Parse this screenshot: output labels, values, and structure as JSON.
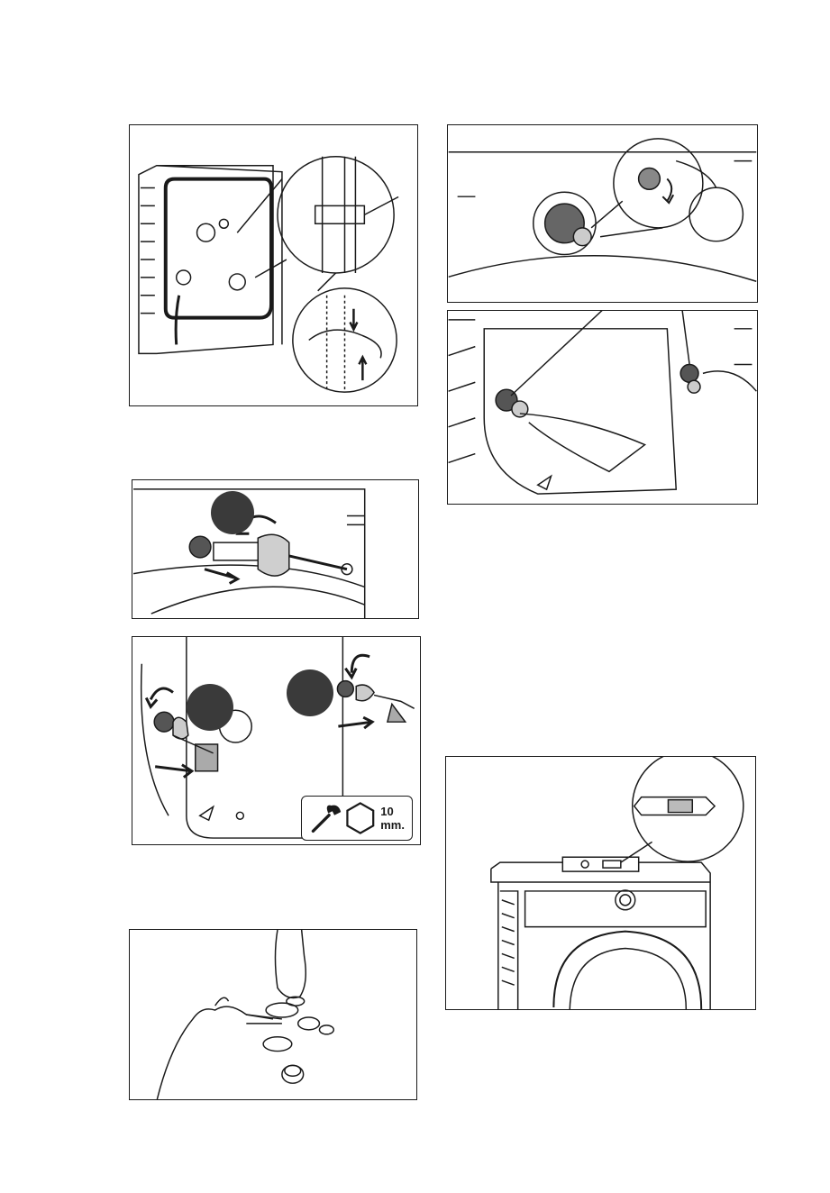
{
  "page": {
    "figures": [
      {
        "id": "rear-clamp-figure",
        "subject": "hose-clamp-release"
      },
      {
        "id": "bolt-unscrew-figure",
        "subject": "transit-bolt-removal"
      },
      {
        "id": "plug-insert-figure",
        "subject": "hole-plug-insertion"
      },
      {
        "id": "bolt-pair-figure",
        "subject": "two-bolts-removal"
      },
      {
        "id": "spacer-separate-figure",
        "subject": "spacer-separation"
      },
      {
        "id": "level-check-figure",
        "subject": "spirit-level-check"
      }
    ]
  },
  "tool_badge": {
    "wrench_icon": "wrench-icon",
    "hex_icon": "hex-nut-icon",
    "size_label": "10 mm."
  },
  "colors": {
    "line": "#1a1a1a",
    "step_marker": "#3a3a3a",
    "background": "#ffffff"
  }
}
